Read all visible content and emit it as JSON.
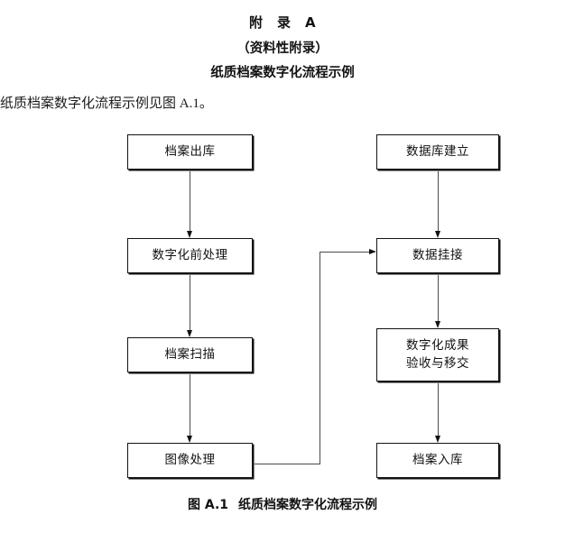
{
  "document": {
    "annex_title": "附　录　A",
    "annex_type": "（资料性附录）",
    "annex_subject": "纸质档案数字化流程示例",
    "intro_text": "纸质档案数字化流程示例见图 A.1。",
    "figure_caption_number": "图 A.1",
    "figure_caption_text": "纸质档案数字化流程示例"
  },
  "flowchart": {
    "left_column": [
      {
        "id": "chuku",
        "label": "档案出库"
      },
      {
        "id": "qianchuli",
        "label": "数字化前处理"
      },
      {
        "id": "saomiao",
        "label": "档案扫描"
      },
      {
        "id": "tuxiang",
        "label": "图像处理"
      }
    ],
    "right_column": [
      {
        "id": "shujuku",
        "label": "数据库建立"
      },
      {
        "id": "guajie",
        "label": "数据挂接"
      },
      {
        "id": "chengguo",
        "label_line1": "数字化成果",
        "label_line2": "验收与移交"
      },
      {
        "id": "ruku",
        "label": "档案入库"
      }
    ],
    "connectors": [
      {
        "from": "chuku",
        "to": "qianchuli",
        "type": "vertical-arrow"
      },
      {
        "from": "qianchuli",
        "to": "saomiao",
        "type": "vertical-arrow"
      },
      {
        "from": "saomiao",
        "to": "tuxiang",
        "type": "vertical-arrow"
      },
      {
        "from": "shujuku",
        "to": "guajie",
        "type": "vertical-arrow"
      },
      {
        "from": "guajie",
        "to": "chengguo",
        "type": "vertical-arrow"
      },
      {
        "from": "chengguo",
        "to": "ruku",
        "type": "vertical-arrow"
      },
      {
        "from": "tuxiang",
        "to": "guajie",
        "type": "elbow-arrow"
      }
    ],
    "colors": {
      "box_border": "#131313",
      "box_fill": "#ffffff",
      "line": "#4a4a4a",
      "arrow": "#121212",
      "text": "#111111"
    }
  }
}
